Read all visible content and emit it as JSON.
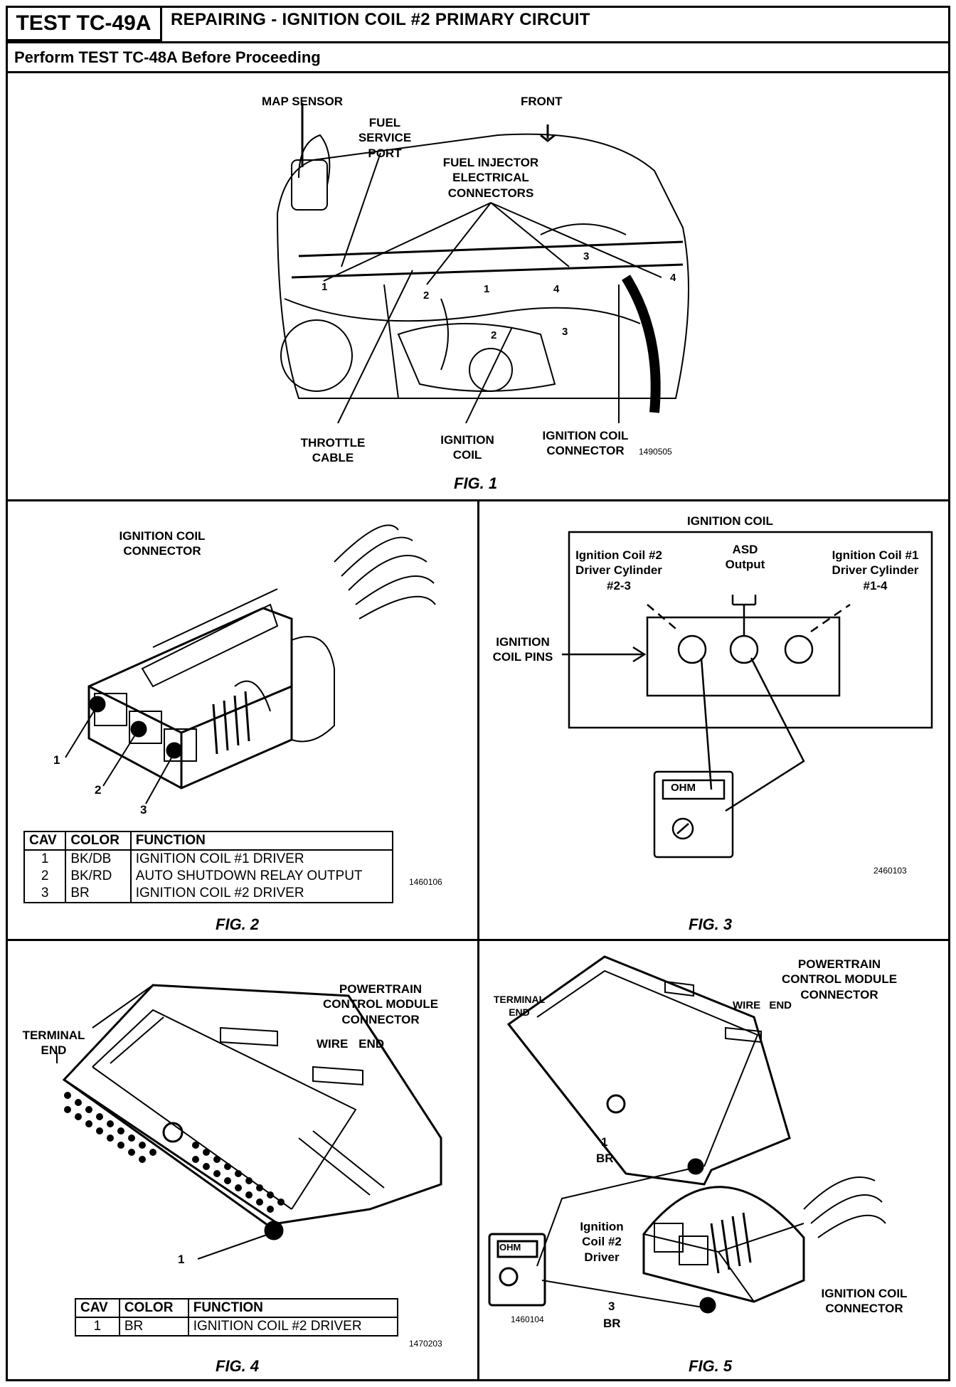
{
  "header": {
    "test_id": "TEST TC-49A",
    "title": "REPAIRING - IGNITION COIL #2 PRIMARY CIRCUIT",
    "subtitle": "Perform TEST TC-48A Before Proceeding"
  },
  "fig1": {
    "caption": "FIG. 1",
    "ref": "1490505",
    "labels": {
      "map_sensor": "MAP SENSOR",
      "front": "FRONT",
      "fuel_service_port": "FUEL SERVICE PORT",
      "fuel_injector": "FUEL INJECTOR ELECTRICAL CONNECTORS",
      "throttle_cable": "THROTTLE CABLE",
      "ignition_coil": "IGNITION COIL",
      "ignition_coil_connector": "IGNITION COIL CONNECTOR"
    },
    "numbers": [
      "1",
      "2",
      "3",
      "4",
      "1",
      "2",
      "3",
      "4"
    ]
  },
  "fig2": {
    "caption": "FIG. 2",
    "ref": "1460106",
    "title": "IGNITION COIL CONNECTOR",
    "pins": [
      "1",
      "2",
      "3"
    ],
    "table": {
      "headers": [
        "CAV",
        "COLOR",
        "FUNCTION"
      ],
      "rows": [
        [
          "1",
          "BK/DB",
          "IGNITION COIL #1 DRIVER"
        ],
        [
          "2",
          "BK/RD",
          "AUTO SHUTDOWN RELAY OUTPUT"
        ],
        [
          "3",
          "BR",
          "IGNITION COIL #2 DRIVER"
        ]
      ]
    }
  },
  "fig3": {
    "caption": "FIG. 3",
    "ref": "2460103",
    "title": "IGNITION COIL",
    "coil2": "Ignition Coil #2 Driver Cylinder #2-3",
    "asd": "ASD Output",
    "coil1": "Ignition Coil #1 Driver Cylinder #1-4",
    "pins_label": "IGNITION COIL PINS",
    "meter": "OHM"
  },
  "fig4": {
    "caption": "FIG. 4",
    "ref": "1470203",
    "pcm_label": "POWERTRAIN CONTROL MODULE CONNECTOR",
    "terminal_end": "TERMINAL END",
    "wire_end": "WIRE END",
    "pin": "1",
    "table": {
      "headers": [
        "CAV",
        "COLOR",
        "FUNCTION"
      ],
      "rows": [
        [
          "1",
          "BR",
          "IGNITION COIL #2 DRIVER"
        ]
      ]
    }
  },
  "fig5": {
    "caption": "FIG. 5",
    "ref": "1460104",
    "pcm_label": "POWERTRAIN CONTROL MODULE CONNECTOR",
    "terminal_end": "TERMINAL END",
    "wire_end": "WIRE END",
    "pin1": "1",
    "pin1_color": "BR",
    "pin3": "3",
    "pin3_color": "BR",
    "driver_label": "Ignition Coil #2 Driver",
    "coil_connector": "IGNITION COIL CONNECTOR",
    "meter": "OHM"
  }
}
